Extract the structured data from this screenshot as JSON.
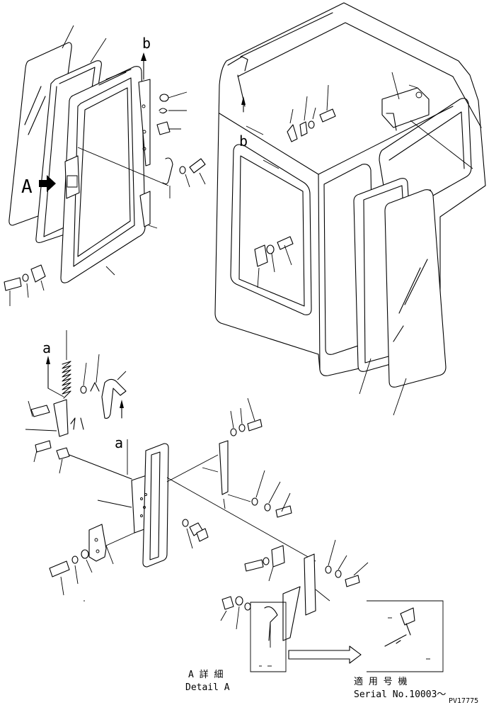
{
  "labels": {
    "view_marker": "A",
    "ref_b_top": "b",
    "ref_b_cab": "b",
    "ref_a_upper": "a",
    "ref_a_lower": "a"
  },
  "caption": {
    "detail_jp": "A 詳 細",
    "detail_en": "Detail A",
    "serial_jp": "適 用 号 機",
    "serial_en": "Serial No.10003～",
    "drawing_id": "PV17775"
  }
}
